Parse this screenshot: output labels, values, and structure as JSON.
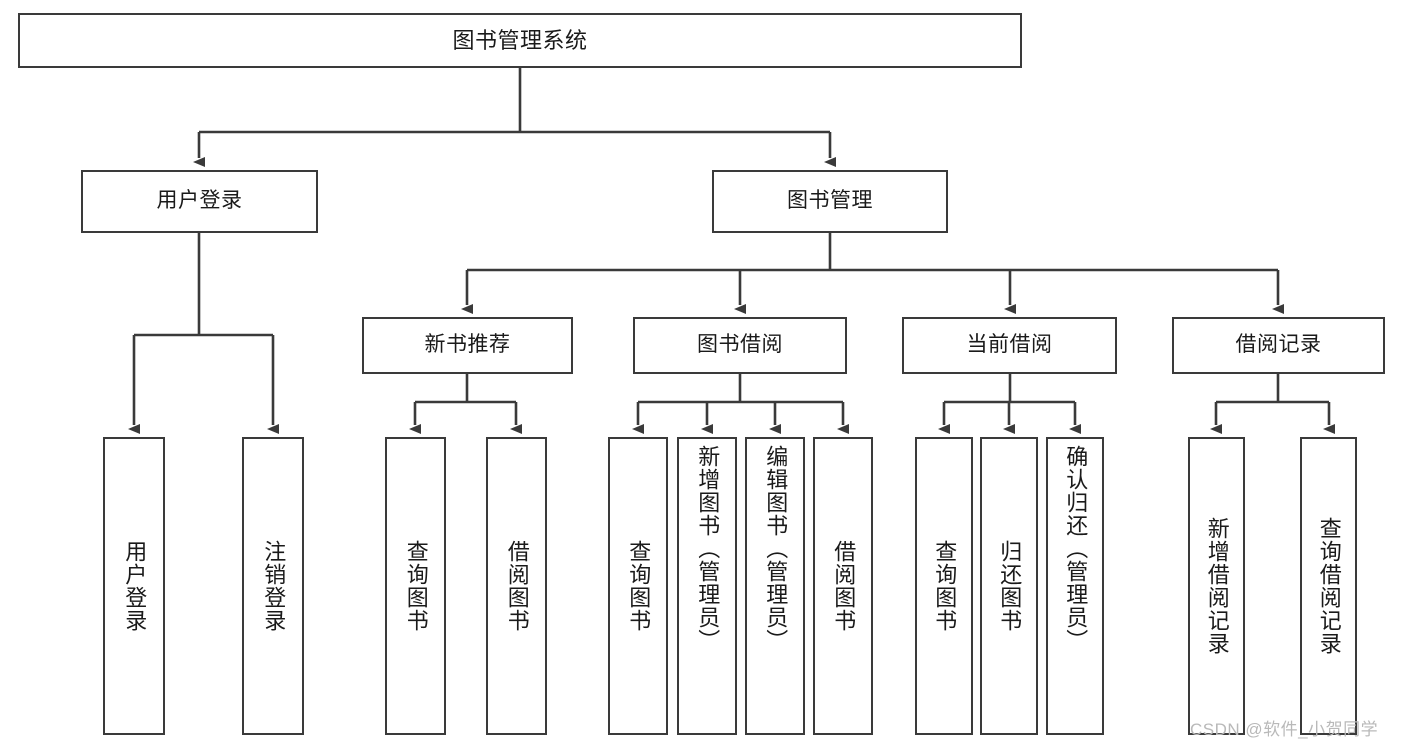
{
  "diagram": {
    "title": "图书管理系统",
    "type": "tree-hierarchy-chart",
    "stroke_color": "#3a3a3a",
    "background_color": "#ffffff",
    "text_color": "#1a1a1a"
  },
  "nodes": {
    "root": {
      "label": "图书管理系统"
    },
    "level1": [
      {
        "id": "user-login",
        "label": "用户登录"
      },
      {
        "id": "book-management",
        "label": "图书管理"
      }
    ],
    "level2": [
      {
        "id": "new-book-recommend",
        "label": "新书推荐"
      },
      {
        "id": "book-borrow",
        "label": "图书借阅"
      },
      {
        "id": "current-borrow",
        "label": "当前借阅"
      },
      {
        "id": "borrow-record",
        "label": "借阅记录"
      }
    ],
    "leaves": {
      "user_login": [
        {
          "id": "leaf-user-login",
          "label": "用户登录"
        },
        {
          "id": "leaf-logout-login",
          "label": "注销登录"
        }
      ],
      "new_book_recommend": [
        {
          "id": "leaf-query-book-1",
          "label": "查询图书"
        },
        {
          "id": "leaf-borrow-book-1",
          "label": "借阅图书"
        }
      ],
      "book_borrow": [
        {
          "id": "leaf-query-book-2",
          "label": "查询图书"
        },
        {
          "id": "leaf-add-book",
          "label": "新增图书（管理员）"
        },
        {
          "id": "leaf-edit-book",
          "label": "编辑图书（管理员）"
        },
        {
          "id": "leaf-borrow-book-2",
          "label": "借阅图书"
        }
      ],
      "current_borrow": [
        {
          "id": "leaf-query-book-3",
          "label": "查询图书"
        },
        {
          "id": "leaf-return-book",
          "label": "归还图书"
        },
        {
          "id": "leaf-confirm-return",
          "label": "确认归还（管理员）"
        }
      ],
      "borrow_record": [
        {
          "id": "leaf-add-borrow-record",
          "label": "新增借阅记录"
        },
        {
          "id": "leaf-query-borrow-record",
          "label": "查询借阅记录"
        }
      ]
    }
  },
  "watermark": {
    "text": "CSDN @软件_小贺同学"
  }
}
